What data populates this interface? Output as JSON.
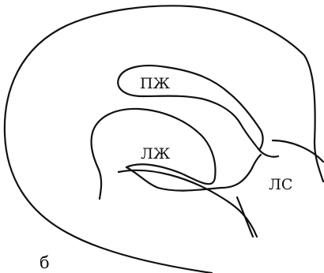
{
  "labels": {
    "right_ventricle": "ПЖ",
    "left_ventricle": "ЛЖ",
    "pulmonary_trunk": "ЛС",
    "panel": "б"
  },
  "stroke_color": "#111111",
  "background_color": "#ffffff"
}
